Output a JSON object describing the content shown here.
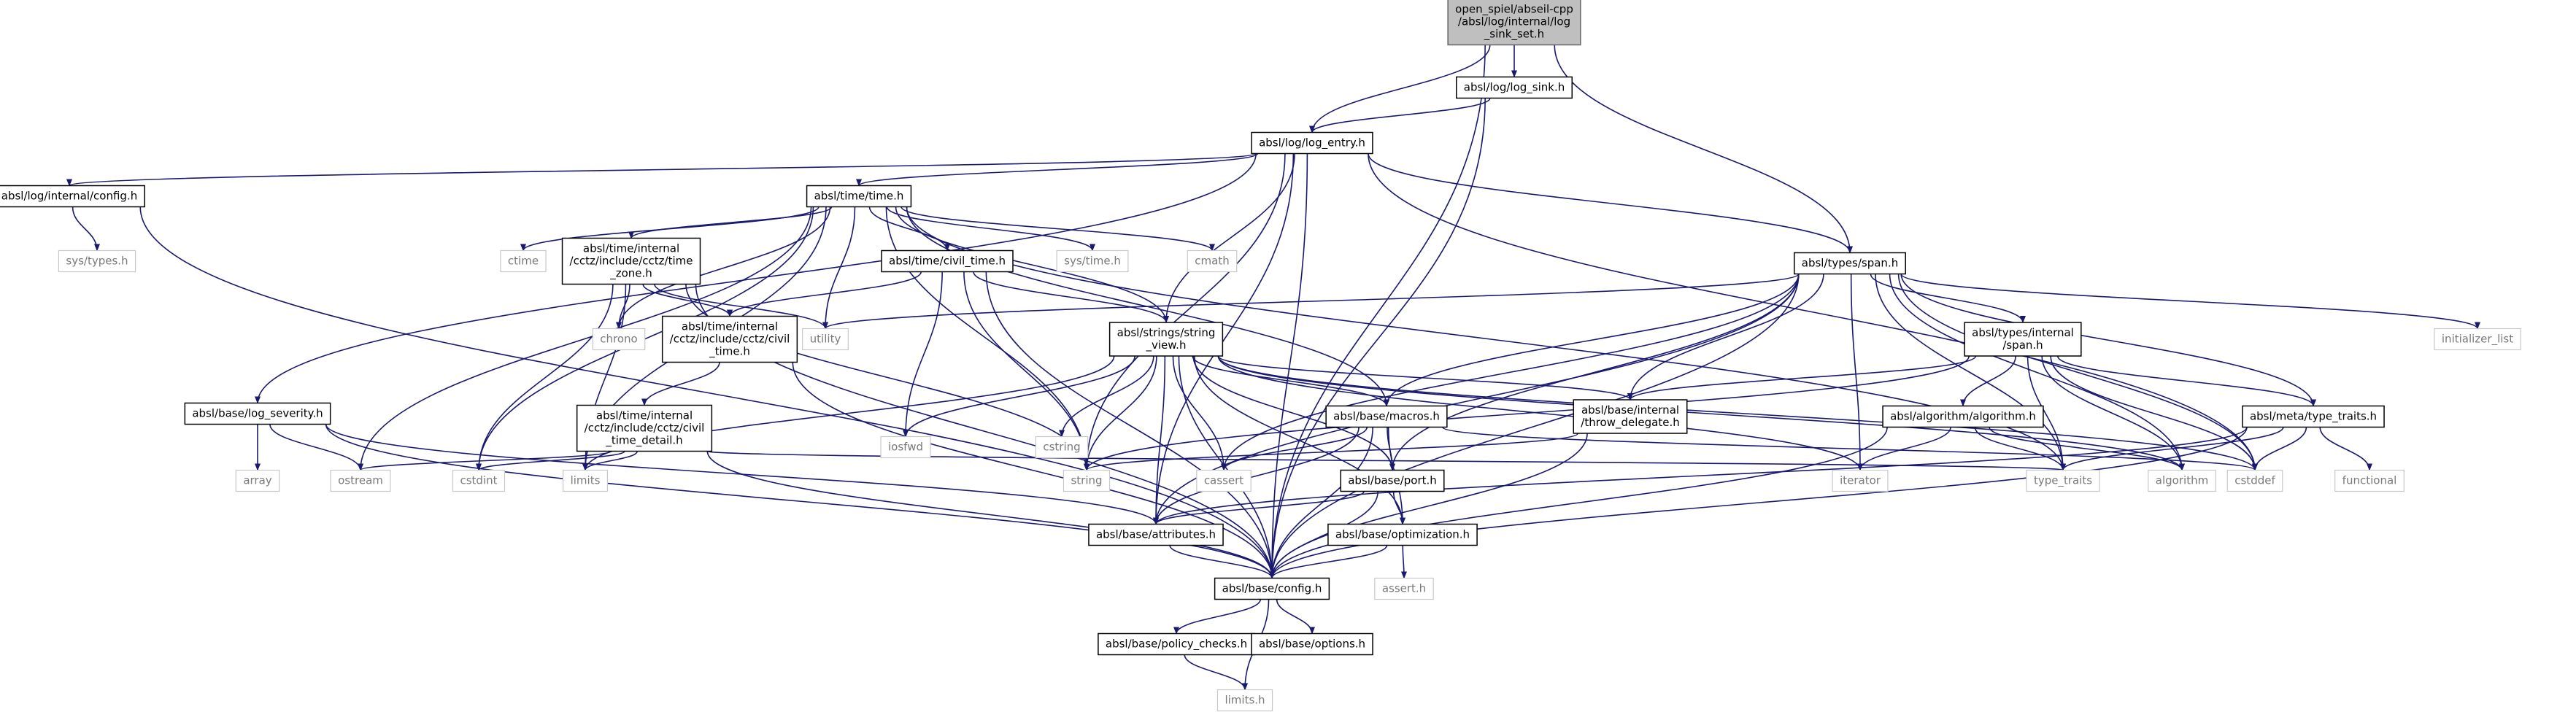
{
  "diagram": {
    "kind": "include-dependency-graph",
    "colors": {
      "edge": "#191970",
      "root_fill": "#bfbfbf",
      "node_border": "#000000",
      "system_header_border": "#c8c8c8",
      "system_header_text": "#7a7a7a"
    },
    "nodes": [
      {
        "id": "root",
        "lines": [
          "open_spiel/abseil-cpp",
          "/absl/log/internal/log",
          "_sink_set.h"
        ],
        "style": "main"
      },
      {
        "id": "log_sink",
        "lines": [
          "absl/log/log_sink.h"
        ],
        "style": "local"
      },
      {
        "id": "log_entry",
        "lines": [
          "absl/log/log_entry.h"
        ],
        "style": "local"
      },
      {
        "id": "log_config",
        "lines": [
          "absl/log/internal/config.h"
        ],
        "style": "local"
      },
      {
        "id": "sys_types",
        "lines": [
          "sys/types.h"
        ],
        "style": "system"
      },
      {
        "id": "time",
        "lines": [
          "absl/time/time.h"
        ],
        "style": "local"
      },
      {
        "id": "ctime",
        "lines": [
          "ctime"
        ],
        "style": "system"
      },
      {
        "id": "tz",
        "lines": [
          "absl/time/internal",
          "/cctz/include/cctz/time",
          "_zone.h"
        ],
        "style": "local"
      },
      {
        "id": "chrono",
        "lines": [
          "chrono"
        ],
        "style": "system"
      },
      {
        "id": "utility",
        "lines": [
          "utility"
        ],
        "style": "system"
      },
      {
        "id": "civil_time",
        "lines": [
          "absl/time/civil_time.h"
        ],
        "style": "local"
      },
      {
        "id": "sys_time",
        "lines": [
          "sys/time.h"
        ],
        "style": "system"
      },
      {
        "id": "cmath",
        "lines": [
          "cmath"
        ],
        "style": "system"
      },
      {
        "id": "span",
        "lines": [
          "absl/types/span.h"
        ],
        "style": "local"
      },
      {
        "id": "cctz_civil",
        "lines": [
          "absl/time/internal",
          "/cctz/include/cctz/civil",
          "_time.h"
        ],
        "style": "local"
      },
      {
        "id": "string_view",
        "lines": [
          "absl/strings/string",
          "_view.h"
        ],
        "style": "local"
      },
      {
        "id": "iosfwd",
        "lines": [
          "iosfwd"
        ],
        "style": "system"
      },
      {
        "id": "cstring",
        "lines": [
          "cstring"
        ],
        "style": "system"
      },
      {
        "id": "internal_span",
        "lines": [
          "absl/types/internal",
          "/span.h"
        ],
        "style": "local"
      },
      {
        "id": "initializer_list",
        "lines": [
          "initializer_list"
        ],
        "style": "system"
      },
      {
        "id": "log_severity",
        "lines": [
          "absl/base/log_severity.h"
        ],
        "style": "local"
      },
      {
        "id": "array",
        "lines": [
          "array"
        ],
        "style": "system"
      },
      {
        "id": "ostream",
        "lines": [
          "ostream"
        ],
        "style": "system"
      },
      {
        "id": "civil_detail",
        "lines": [
          "absl/time/internal",
          "/cctz/include/cctz/civil",
          "_time_detail.h"
        ],
        "style": "local"
      },
      {
        "id": "cstdint",
        "lines": [
          "cstdint"
        ],
        "style": "system"
      },
      {
        "id": "limits",
        "lines": [
          "limits"
        ],
        "style": "system"
      },
      {
        "id": "macros",
        "lines": [
          "absl/base/macros.h"
        ],
        "style": "local"
      },
      {
        "id": "throw_delegate",
        "lines": [
          "absl/base/internal",
          "/throw_delegate.h"
        ],
        "style": "local"
      },
      {
        "id": "algorithm_h",
        "lines": [
          "absl/algorithm/algorithm.h"
        ],
        "style": "local"
      },
      {
        "id": "meta_traits",
        "lines": [
          "absl/meta/type_traits.h"
        ],
        "style": "local"
      },
      {
        "id": "string",
        "lines": [
          "string"
        ],
        "style": "system"
      },
      {
        "id": "cassert",
        "lines": [
          "cassert"
        ],
        "style": "system"
      },
      {
        "id": "iterator",
        "lines": [
          "iterator"
        ],
        "style": "system"
      },
      {
        "id": "type_traits",
        "lines": [
          "type_traits"
        ],
        "style": "system"
      },
      {
        "id": "algorithm",
        "lines": [
          "algorithm"
        ],
        "style": "system"
      },
      {
        "id": "cstddef",
        "lines": [
          "cstddef"
        ],
        "style": "system"
      },
      {
        "id": "functional",
        "lines": [
          "functional"
        ],
        "style": "system"
      },
      {
        "id": "port",
        "lines": [
          "absl/base/port.h"
        ],
        "style": "local"
      },
      {
        "id": "attributes",
        "lines": [
          "absl/base/attributes.h"
        ],
        "style": "local"
      },
      {
        "id": "optimization",
        "lines": [
          "absl/base/optimization.h"
        ],
        "style": "local"
      },
      {
        "id": "assert_h",
        "lines": [
          "assert.h"
        ],
        "style": "system"
      },
      {
        "id": "config",
        "lines": [
          "absl/base/config.h"
        ],
        "style": "local"
      },
      {
        "id": "policy_checks",
        "lines": [
          "absl/base/policy_checks.h"
        ],
        "style": "local"
      },
      {
        "id": "options",
        "lines": [
          "absl/base/options.h"
        ],
        "style": "local"
      },
      {
        "id": "limits_h",
        "lines": [
          "limits.h"
        ],
        "style": "system"
      }
    ],
    "edges": [
      [
        "root",
        "log_sink"
      ],
      [
        "root",
        "log_entry"
      ],
      [
        "root",
        "span"
      ],
      [
        "root",
        "config"
      ],
      [
        "log_sink",
        "log_entry"
      ],
      [
        "log_sink",
        "config"
      ],
      [
        "log_entry",
        "log_config"
      ],
      [
        "log_entry",
        "time"
      ],
      [
        "log_entry",
        "span"
      ],
      [
        "log_entry",
        "string_view"
      ],
      [
        "log_entry",
        "log_severity"
      ],
      [
        "log_entry",
        "attributes"
      ],
      [
        "log_entry",
        "config"
      ],
      [
        "log_entry",
        "string"
      ],
      [
        "log_entry",
        "cstddef"
      ],
      [
        "log_config",
        "sys_types"
      ],
      [
        "log_config",
        "config"
      ],
      [
        "time",
        "ctime"
      ],
      [
        "time",
        "tz"
      ],
      [
        "time",
        "chrono"
      ],
      [
        "time",
        "utility"
      ],
      [
        "time",
        "civil_time"
      ],
      [
        "time",
        "sys_time"
      ],
      [
        "time",
        "cmath"
      ],
      [
        "time",
        "string_view"
      ],
      [
        "time",
        "macros"
      ],
      [
        "time",
        "cstdint"
      ],
      [
        "time",
        "limits"
      ],
      [
        "time",
        "ostream"
      ],
      [
        "time",
        "string"
      ],
      [
        "time",
        "type_traits"
      ],
      [
        "tz",
        "chrono"
      ],
      [
        "tz",
        "cctz_civil"
      ],
      [
        "tz",
        "cstdint"
      ],
      [
        "tz",
        "limits"
      ],
      [
        "tz",
        "string"
      ],
      [
        "tz",
        "utility"
      ],
      [
        "tz",
        "config"
      ],
      [
        "civil_time",
        "cctz_civil"
      ],
      [
        "civil_time",
        "string_view"
      ],
      [
        "civil_time",
        "iosfwd"
      ],
      [
        "civil_time",
        "string"
      ],
      [
        "civil_time",
        "config"
      ],
      [
        "cctz_civil",
        "civil_detail"
      ],
      [
        "cctz_civil",
        "config"
      ],
      [
        "civil_detail",
        "cstdint"
      ],
      [
        "civil_detail",
        "limits"
      ],
      [
        "civil_detail",
        "ostream"
      ],
      [
        "civil_detail",
        "type_traits"
      ],
      [
        "civil_detail",
        "config"
      ],
      [
        "string_view",
        "iosfwd"
      ],
      [
        "string_view",
        "cstring"
      ],
      [
        "string_view",
        "macros"
      ],
      [
        "string_view",
        "throw_delegate"
      ],
      [
        "string_view",
        "port"
      ],
      [
        "string_view",
        "attributes"
      ],
      [
        "string_view",
        "optimization"
      ],
      [
        "string_view",
        "string"
      ],
      [
        "string_view",
        "cassert"
      ],
      [
        "string_view",
        "limits"
      ],
      [
        "string_view",
        "iterator"
      ],
      [
        "string_view",
        "algorithm"
      ],
      [
        "string_view",
        "cstddef"
      ],
      [
        "string_view",
        "config"
      ],
      [
        "span",
        "utility"
      ],
      [
        "span",
        "internal_span"
      ],
      [
        "span",
        "initializer_list"
      ],
      [
        "span",
        "macros"
      ],
      [
        "span",
        "throw_delegate"
      ],
      [
        "span",
        "meta_traits"
      ],
      [
        "span",
        "port"
      ],
      [
        "span",
        "attributes"
      ],
      [
        "span",
        "cassert"
      ],
      [
        "span",
        "iterator"
      ],
      [
        "span",
        "type_traits"
      ],
      [
        "span",
        "algorithm"
      ],
      [
        "span",
        "cstddef"
      ],
      [
        "span",
        "config"
      ],
      [
        "internal_span",
        "algorithm_h"
      ],
      [
        "internal_span",
        "throw_delegate"
      ],
      [
        "internal_span",
        "meta_traits"
      ],
      [
        "internal_span",
        "string"
      ],
      [
        "internal_span",
        "type_traits"
      ],
      [
        "internal_span",
        "algorithm"
      ],
      [
        "internal_span",
        "cstddef"
      ],
      [
        "log_severity",
        "array"
      ],
      [
        "log_severity",
        "ostream"
      ],
      [
        "log_severity",
        "attributes"
      ],
      [
        "log_severity",
        "config"
      ],
      [
        "macros",
        "port"
      ],
      [
        "macros",
        "optimization"
      ],
      [
        "macros",
        "cassert"
      ],
      [
        "macros",
        "cstddef"
      ],
      [
        "macros",
        "attributes"
      ],
      [
        "macros",
        "config"
      ],
      [
        "throw_delegate",
        "string"
      ],
      [
        "throw_delegate",
        "config"
      ],
      [
        "algorithm_h",
        "iterator"
      ],
      [
        "algorithm_h",
        "type_traits"
      ],
      [
        "algorithm_h",
        "algorithm"
      ],
      [
        "algorithm_h",
        "config"
      ],
      [
        "meta_traits",
        "type_traits"
      ],
      [
        "meta_traits",
        "cstddef"
      ],
      [
        "meta_traits",
        "functional"
      ],
      [
        "meta_traits",
        "attributes"
      ],
      [
        "meta_traits",
        "config"
      ],
      [
        "port",
        "attributes"
      ],
      [
        "port",
        "optimization"
      ],
      [
        "port",
        "config"
      ],
      [
        "attributes",
        "config"
      ],
      [
        "optimization",
        "assert_h"
      ],
      [
        "optimization",
        "config"
      ],
      [
        "config",
        "policy_checks"
      ],
      [
        "config",
        "options"
      ],
      [
        "config",
        "limits_h"
      ],
      [
        "policy_checks",
        "limits_h"
      ]
    ]
  }
}
